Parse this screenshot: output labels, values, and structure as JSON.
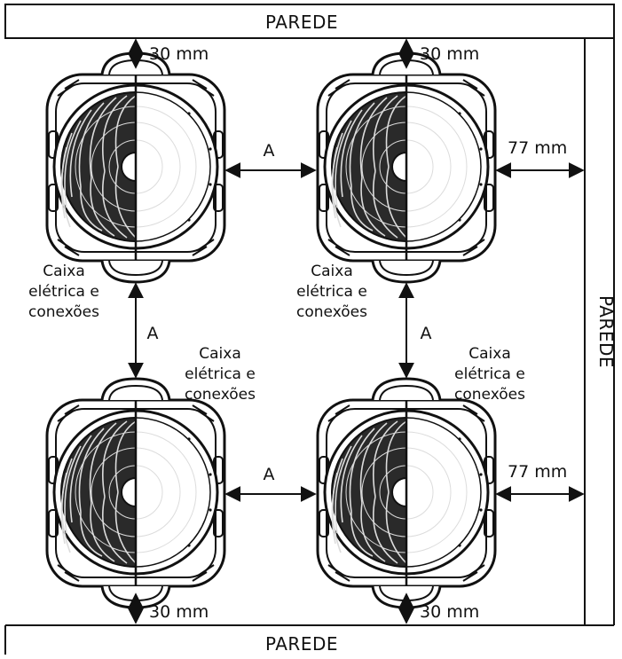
{
  "walls": {
    "top": "PAREDE",
    "right": "PAREDE",
    "bottom": "PAREDE"
  },
  "clearances": {
    "top_left": "30 mm",
    "top_right": "30 mm",
    "bottom_left": "30 mm",
    "bottom_right": "30 mm",
    "right_upper": "77 mm",
    "right_lower": "77 mm",
    "between_h_upper": "A",
    "between_h_lower": "A",
    "between_v_left": "A",
    "between_v_right": "A"
  },
  "box_label": {
    "line1": "Caixa",
    "line2": "elétrica e",
    "line3": "conexões"
  },
  "colors": {
    "stroke": "#111111",
    "background": "#ffffff"
  }
}
